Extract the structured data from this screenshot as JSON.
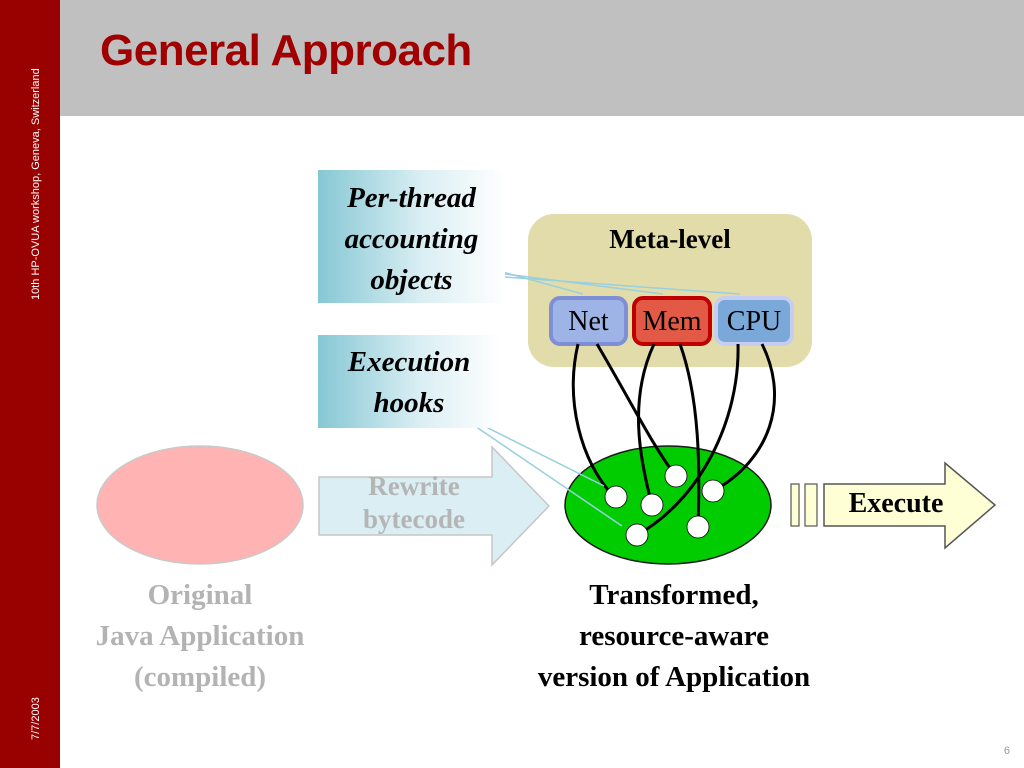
{
  "sidebar": {
    "workshop": "10th HP-OVUA workshop, Geneva, Switzerland",
    "date": "7/7/2003"
  },
  "title": "General Approach",
  "diagram": {
    "per_thread_box": {
      "line1": "Per-thread",
      "line2": "accounting",
      "line3": "objects"
    },
    "hooks_box": {
      "line1": "Execution",
      "line2": "hooks"
    },
    "meta_level": {
      "title": "Meta-level",
      "resources": {
        "net": "Net",
        "mem": "Mem",
        "cpu": "CPU"
      }
    },
    "rewrite_arrow": {
      "line1": "Rewrite",
      "line2": "bytecode"
    },
    "execute_arrow": "Execute",
    "original_caption": {
      "line1": "Original",
      "line2": "Java Application",
      "line3": "(compiled)"
    },
    "transformed_caption": {
      "line1": "Transformed,",
      "line2": "resource-aware",
      "line3": "version of Application"
    }
  },
  "colors": {
    "sidebar": "#990000",
    "header_band": "#c0c0c0",
    "title": "#a00000",
    "meta_panel": "#e2dcab",
    "original_ellipse": "#ffb3b3",
    "transformed_ellipse": "#00cc00",
    "net_box": "#9fb4e6",
    "mem_box": "#e25a45",
    "cpu_box": "#7aa9d9",
    "hook_line": "#99d0de"
  },
  "page_number": "6"
}
